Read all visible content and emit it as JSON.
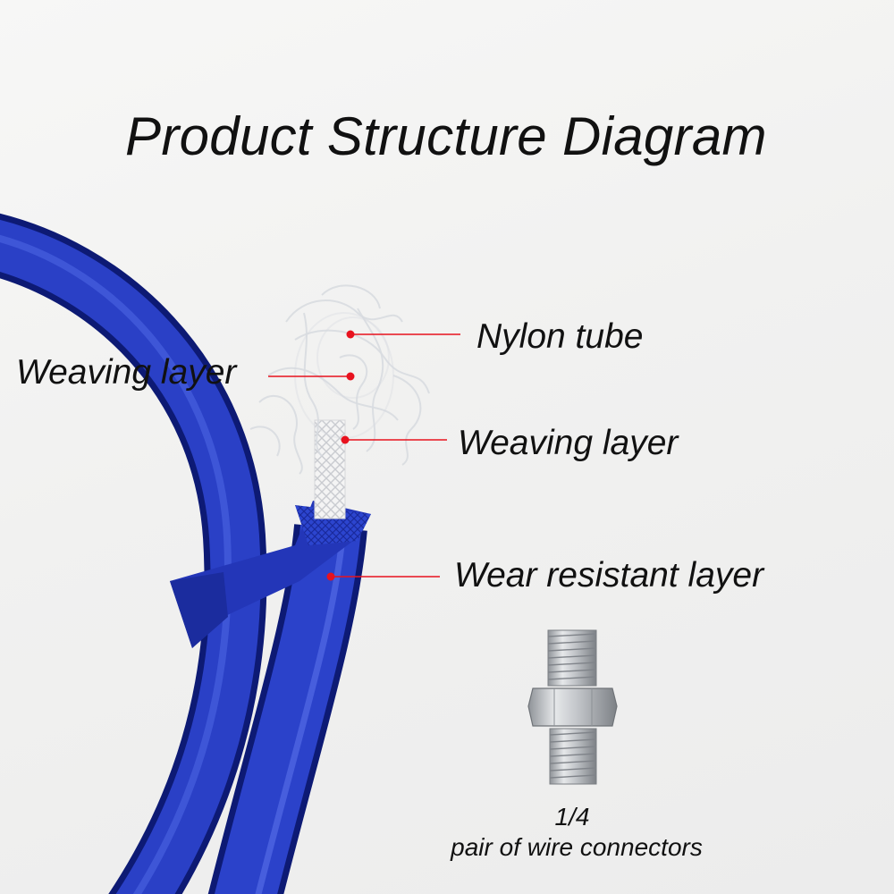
{
  "title": "Product Structure Diagram",
  "labels": {
    "nylon_tube": "Nylon tube",
    "weaving_layer_left": "Weaving layer",
    "weaving_layer_right": "Weaving layer",
    "wear_resistant_layer": "Wear resistant layer"
  },
  "connector": {
    "size": "1/4",
    "description": "pair of wire connectors"
  },
  "colors": {
    "hose_blue": "#2236b8",
    "pointer_red": "#e8121e",
    "text": "#111111",
    "metal": "#b9bcc0"
  }
}
